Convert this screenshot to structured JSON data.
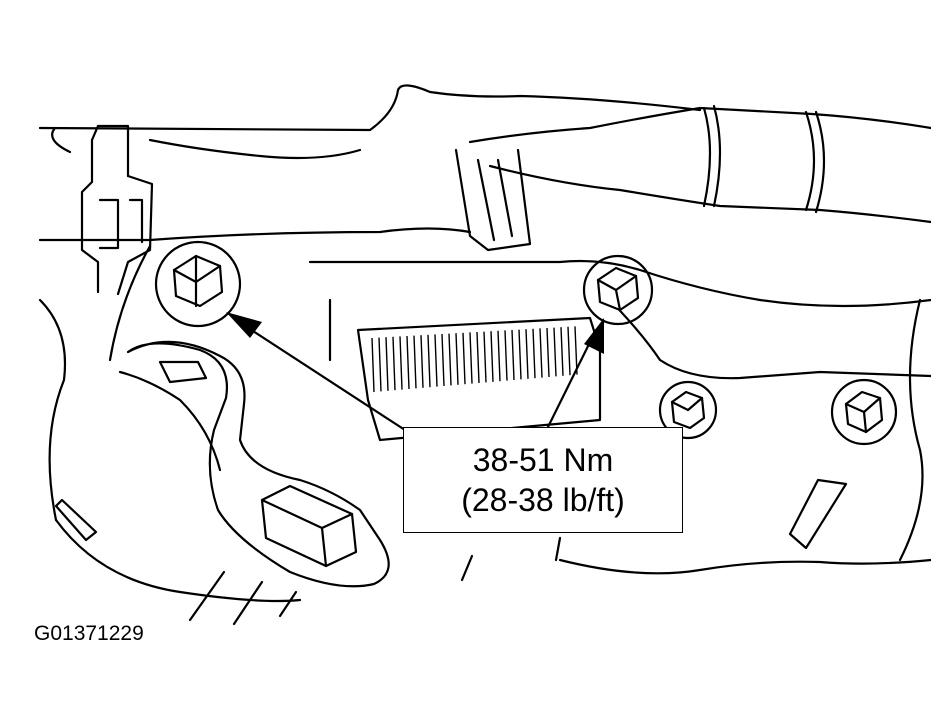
{
  "callout": {
    "torque_nm": "38-51 Nm",
    "torque_lbft": "(28-38 lb/ft)"
  },
  "figure_id": "G01371229",
  "colors": {
    "line": "#000000",
    "background": "#ffffff"
  }
}
